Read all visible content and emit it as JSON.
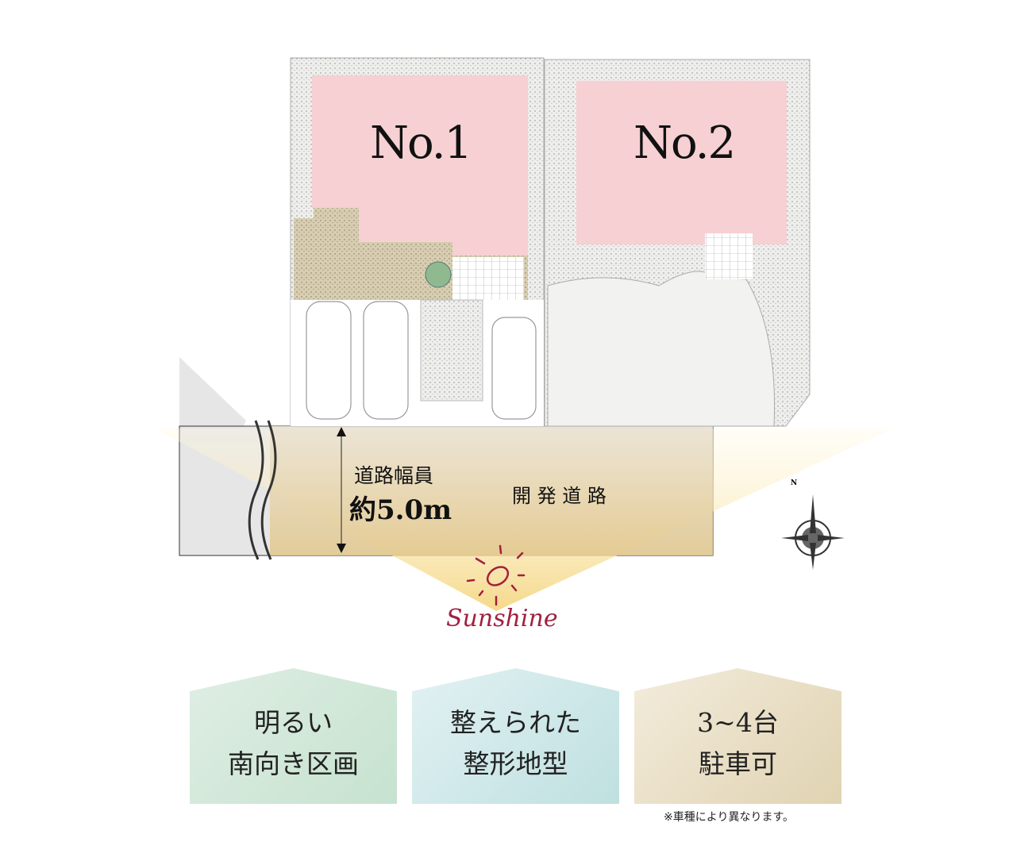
{
  "plots": [
    {
      "label": "No.1"
    },
    {
      "label": "No.2"
    }
  ],
  "road": {
    "width_label": "道路幅員",
    "width_value": "約5.0m",
    "name": "開 発 道 路"
  },
  "sun": {
    "label": "Sunshine"
  },
  "compass": {
    "north": "N"
  },
  "features": [
    {
      "line1": "明るい",
      "line2": "南向き区画"
    },
    {
      "line1": "整えられた",
      "line2": "整形地型"
    },
    {
      "line1": "3~4台",
      "line2": "駐車可"
    }
  ],
  "note": "※車種により異なります。",
  "colors": {
    "house": "#f6d0d3",
    "sun": "#a2203f",
    "card1": "#cfe6d8",
    "card2": "#cde8ea",
    "card3": "#ece2c8"
  }
}
